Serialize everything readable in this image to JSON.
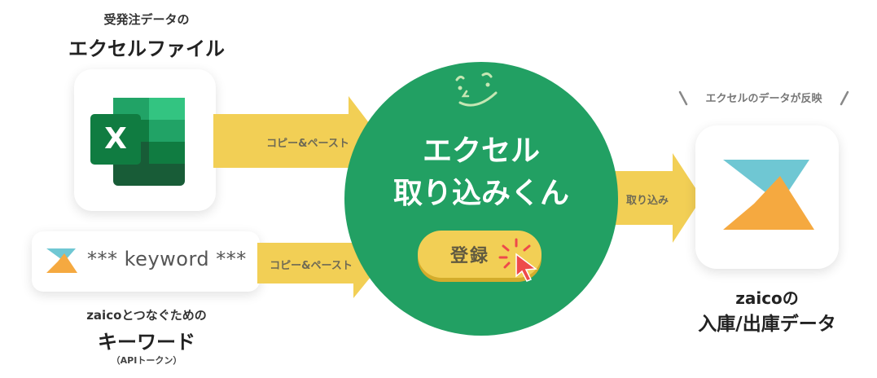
{
  "excel": {
    "caption_small": "受発注データの",
    "caption_large": "エクセルファイル",
    "icon_letter": "X"
  },
  "keyword": {
    "text": "*** keyword ***",
    "caption_line1": "zaicoとつなぐための",
    "caption_line2": "キーワード",
    "caption_line3": "（APIトークン）"
  },
  "arrows": {
    "copy_paste_top": "コピー&ペースト",
    "copy_paste_bottom": "コピー&ペースト",
    "import": "取り込み"
  },
  "center": {
    "title_line1": "エクセル",
    "title_line2": "取り込みくん",
    "register_button": "登録"
  },
  "zaico": {
    "reflect_label": "エクセルのデータが反映",
    "caption_line1": "zaicoの",
    "caption_line2": "入庫/出庫データ"
  },
  "colors": {
    "green": "#22a063",
    "yellow": "#f2cf55",
    "excel_dark": "#185c37",
    "excel_mid": "#21a366",
    "excel_light": "#33c481",
    "zaico_teal": "#6fc7d3",
    "zaico_orange": "#f5a940",
    "cursor_red": "#ee4a4a"
  }
}
